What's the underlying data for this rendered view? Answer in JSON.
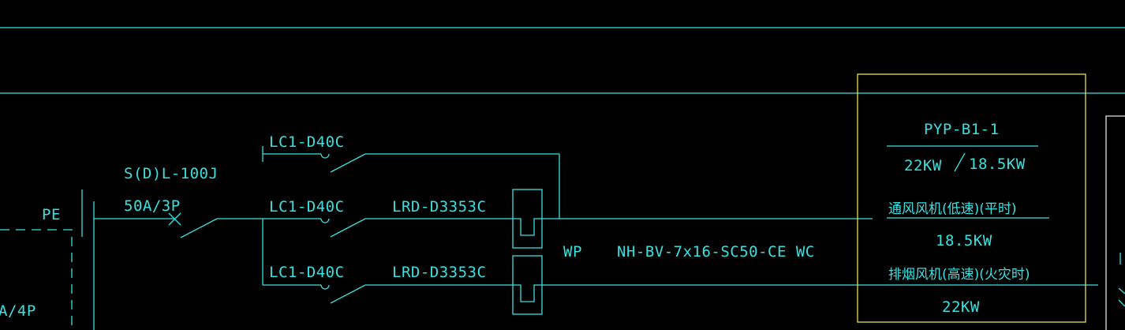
{
  "labels": {
    "pe": "PE",
    "breaker_model": "S(D)L-100J",
    "breaker_rating": "50A/3P",
    "contactor_top": "LC1-D40C",
    "contactor_mid": "LC1-D40C",
    "contactor_bot": "LC1-D40C",
    "relay_mid": "LRD-D3353C",
    "relay_bot": "LRD-D3353C",
    "circuit_code": "WP",
    "cable_spec": "NH-BV-7x16-SC50-CE WC",
    "left_rating_fragment": "A/4P"
  },
  "equipment_box": {
    "id": "PYP-B1-1",
    "power_high": "22KW",
    "power_low": "18.5KW",
    "low_speed_mode": "通风风机(低速)(平时)",
    "low_speed_power": "18.5KW",
    "high_speed_mode": "排烟风机(高速)(火灾时)",
    "high_speed_power": "22KW"
  },
  "colors": {
    "background": "#000000",
    "wire": "#38e0e0",
    "equipment_frame": "#e6e04a",
    "adjacent_frame": "#e0e0e0"
  }
}
